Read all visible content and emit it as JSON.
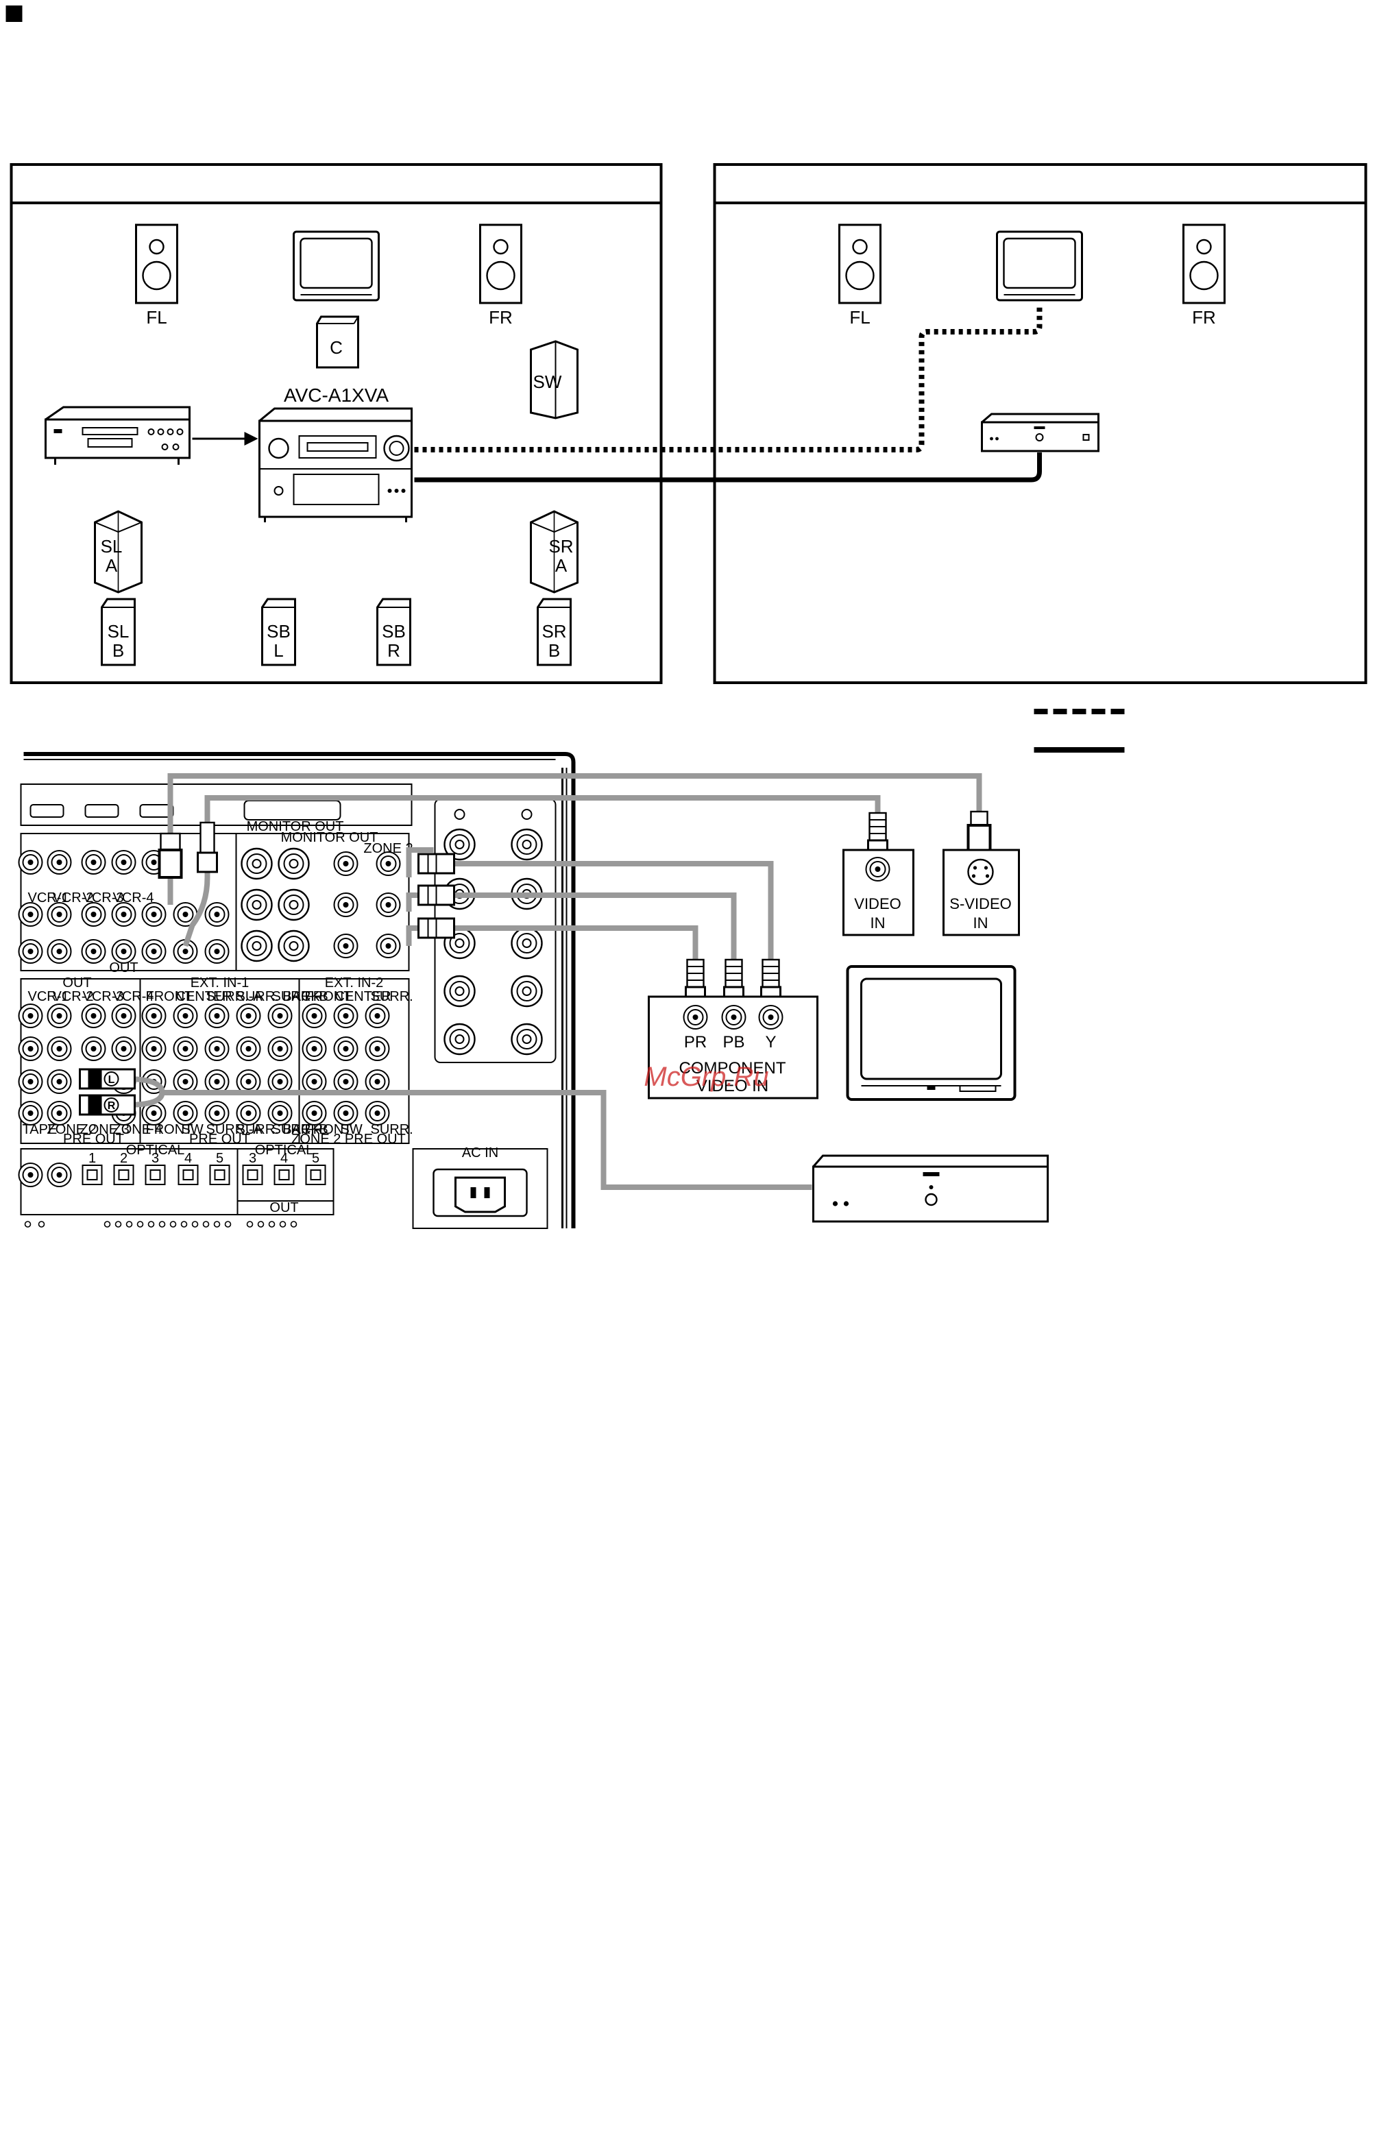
{
  "rooms": {
    "main": {
      "fl": "FL",
      "c": "C",
      "fr": "FR",
      "sw": "SW",
      "receiver_model": "AVC-A1XVA",
      "sla": [
        "SL",
        "A"
      ],
      "sra": [
        "SR",
        "A"
      ],
      "slb": [
        "SL",
        "B"
      ],
      "sbl": [
        "SB",
        "L"
      ],
      "sbr": [
        "SB",
        "R"
      ],
      "srb": [
        "SR",
        "B"
      ]
    },
    "zone": {
      "fl": "FL",
      "fr": "FR"
    }
  },
  "connections": {
    "video_in": [
      "VIDEO",
      "IN"
    ],
    "s_video_in": [
      "S-VIDEO",
      "IN"
    ],
    "component": {
      "pr": "PR",
      "pb": "PB",
      "y": "Y",
      "label": [
        "COMPONENT",
        "VIDEO IN"
      ]
    },
    "audio_l": "L",
    "audio_r": "R"
  },
  "panel": {
    "out": "OUT",
    "monitor_out": "MONITOR OUT",
    "zone2": "ZONE 2",
    "ext_in1": "EXT. IN-1",
    "ext_in2": "EXT. IN-2",
    "pre_out": "PRE OUT",
    "zone2_pre_out": "ZONE 2 PRE OUT",
    "optical": "OPTICAL",
    "ac_in": "AC IN",
    "vcr": [
      "VCR-1",
      "VCR-2",
      "VCR-3",
      "VCR-4"
    ],
    "ch_labels": [
      "FRONT",
      "CENTER",
      "SURR.-A",
      "SURR. BACK",
      "SURR.-B"
    ],
    "ch_labels2": [
      "FRONT",
      "CENTER",
      "SURR."
    ],
    "pre_labels": [
      "FRONT",
      "SW",
      "SURR.-A",
      "SURR. BACK",
      "SURR.-B"
    ],
    "pre_labels2": [
      "FRONT",
      "SW",
      "SURR."
    ],
    "zone_labels": [
      "TAPE",
      "ZONE 2",
      "ZONE 3",
      "ZONE 4"
    ],
    "optical_nums": [
      "1",
      "2",
      "3",
      "4",
      "5"
    ],
    "optical_nums2": [
      "3",
      "4",
      "5"
    ]
  },
  "watermark": "McGrp.Ru"
}
